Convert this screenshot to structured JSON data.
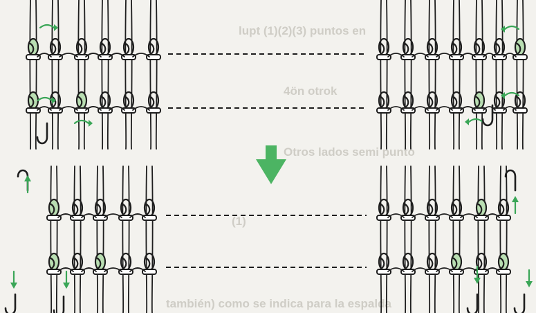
{
  "background_text": [
    "lupt (1)(2)(3) puntos en",
    "4ön otrok",
    "Otros lados semi punto",
    "(1)",
    "también) como se indica para la espalda"
  ],
  "colors": {
    "background": "#f3f2ee",
    "ink": "#1e1e1e",
    "highlight_loop": "#b9deb2",
    "arrow_green": "#3aa657",
    "big_arrow": "#4cb463"
  },
  "icons": {
    "center_arrow": "down-arrow-icon",
    "small_arrows": "curved-green-arrow-icon"
  }
}
